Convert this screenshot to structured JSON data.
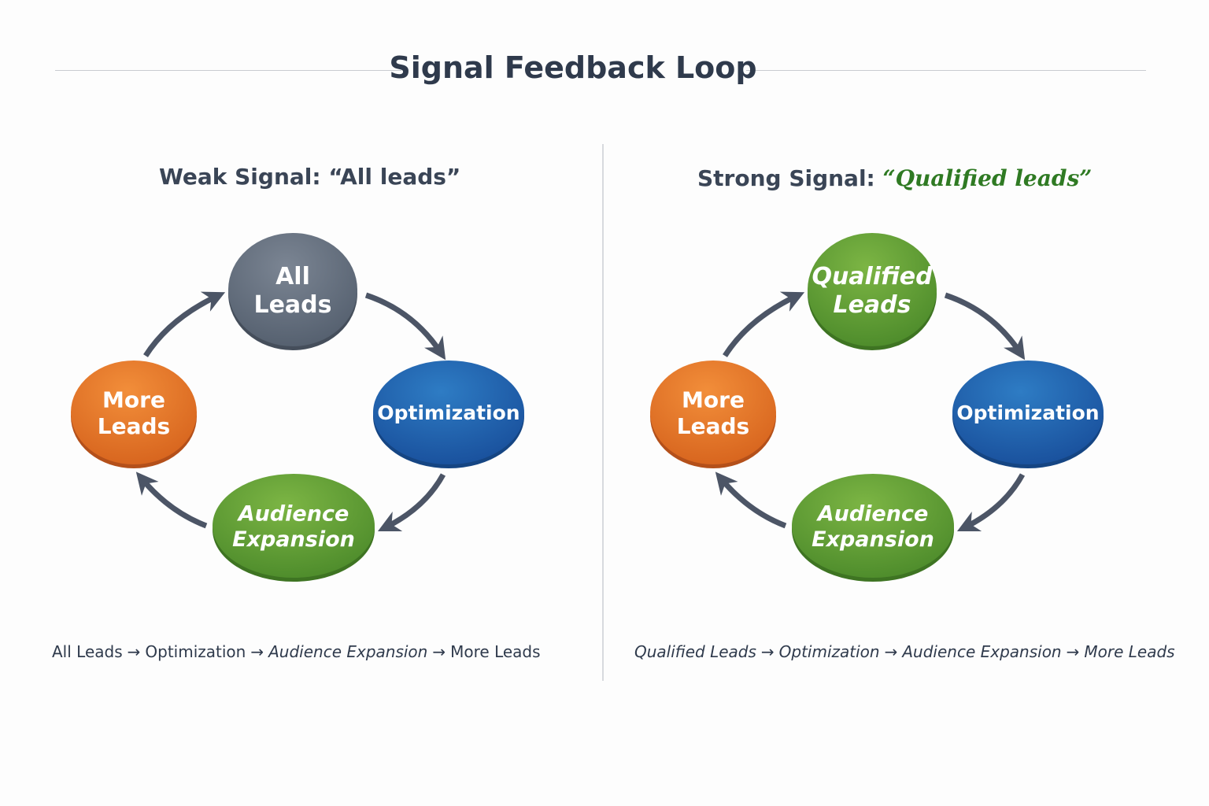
{
  "title": "Signal Feedback Loop",
  "panels": [
    {
      "heading_prefix": "Weak Signal: ",
      "heading_quote": "“All leads”",
      "nodes": {
        "top": [
          "All",
          "Leads"
        ],
        "right": [
          "Optimization"
        ],
        "bottom": [
          "Audience",
          "Expansion"
        ],
        "left": [
          "More",
          "Leads"
        ]
      },
      "top_color": "#5f6a79",
      "flow": [
        "All Leads",
        "Optimization",
        "Audience Expansion",
        "More Leads"
      ]
    },
    {
      "heading_prefix": "Strong Signal: ",
      "heading_quote": "“Qualified leads”",
      "nodes": {
        "top": [
          "Qualified",
          "Leads"
        ],
        "right": [
          "Optimization"
        ],
        "bottom": [
          "Audience",
          "Expansion"
        ],
        "left": [
          "More",
          "Leads"
        ]
      },
      "top_color": "#5f9e35",
      "flow": [
        "Qualified Leads",
        "Optimization",
        "Audience Expansion",
        "More Leads"
      ]
    }
  ],
  "arrow_glyph": "→",
  "colors": {
    "optimization": "#1f5fad",
    "audience_expansion": "#5f9e35",
    "more_leads": "#e27325",
    "arrow": "#4c5566",
    "accent_quote": "#2f7a23"
  }
}
